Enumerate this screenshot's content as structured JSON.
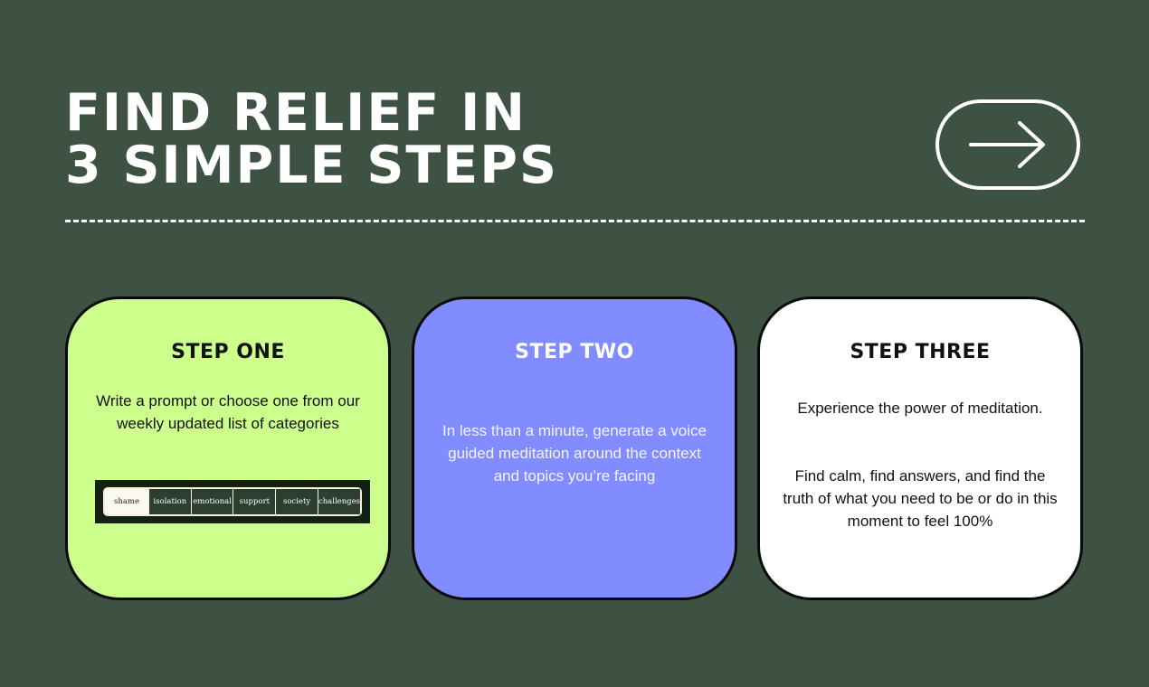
{
  "header": {
    "title_line1": "FIND RELIEF IN",
    "title_line2": "3 SIMPLE STEPS",
    "next_icon": "arrow-right-icon"
  },
  "steps": [
    {
      "title": "STEP ONE",
      "text": "Write a prompt or choose one from our weekly updated list of categories",
      "categories": {
        "selected": "shame",
        "items": [
          "shame",
          "isolation",
          "emotional",
          "support",
          "society",
          "challenges"
        ]
      }
    },
    {
      "title": "STEP TWO",
      "text": "In less than a minute, generate a voice guided meditation around the context and topics you’re facing"
    },
    {
      "title": "STEP THREE",
      "text": "Experience the power of meditation.",
      "text2": "Find calm, find answers, and find the truth of what you need to be or do in this moment to feel 100%"
    }
  ],
  "colors": {
    "background": "#3d5243",
    "step_one": "#cdff8c",
    "step_two": "#808cff",
    "step_three": "#ffffff",
    "category_bar": "#142014",
    "chip": "#2c3f31"
  }
}
